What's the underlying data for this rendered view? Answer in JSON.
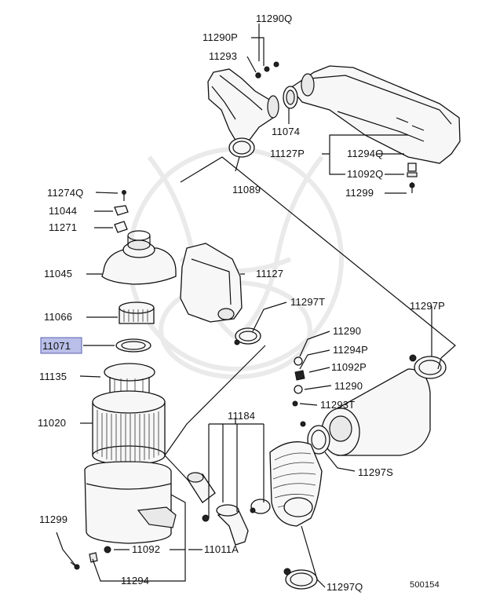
{
  "diagram": {
    "part_numbers": {
      "p11290Q": "11290Q",
      "p11290P": "11290P",
      "p11293": "11293",
      "p11074": "11074",
      "p11127P": "11127P",
      "p11294Q": "11294Q",
      "p11092Q": "11092Q",
      "p11299_top": "11299",
      "p11089": "11089",
      "p11274Q": "11274Q",
      "p11044": "11044",
      "p11271": "11271",
      "p11045": "11045",
      "p11127": "11127",
      "p11066": "11066",
      "p11297T": "11297T",
      "p11297P": "11297P",
      "p11071": "11071",
      "p11290_a": "11290",
      "p11294P": "11294P",
      "p11135": "11135",
      "p11092P": "11092P",
      "p11290_b": "11290",
      "p11293T": "11293T",
      "p11020": "11020",
      "p11184": "11184",
      "p11297S": "11297S",
      "p11299_bottom": "11299",
      "p11092": "11092",
      "p11011A": "11011A",
      "p11294": "11294",
      "p11297Q": "11297Q"
    },
    "highlighted_part": "11071",
    "diagram_code": "500154",
    "highlight_color": "#b9bfe8"
  }
}
